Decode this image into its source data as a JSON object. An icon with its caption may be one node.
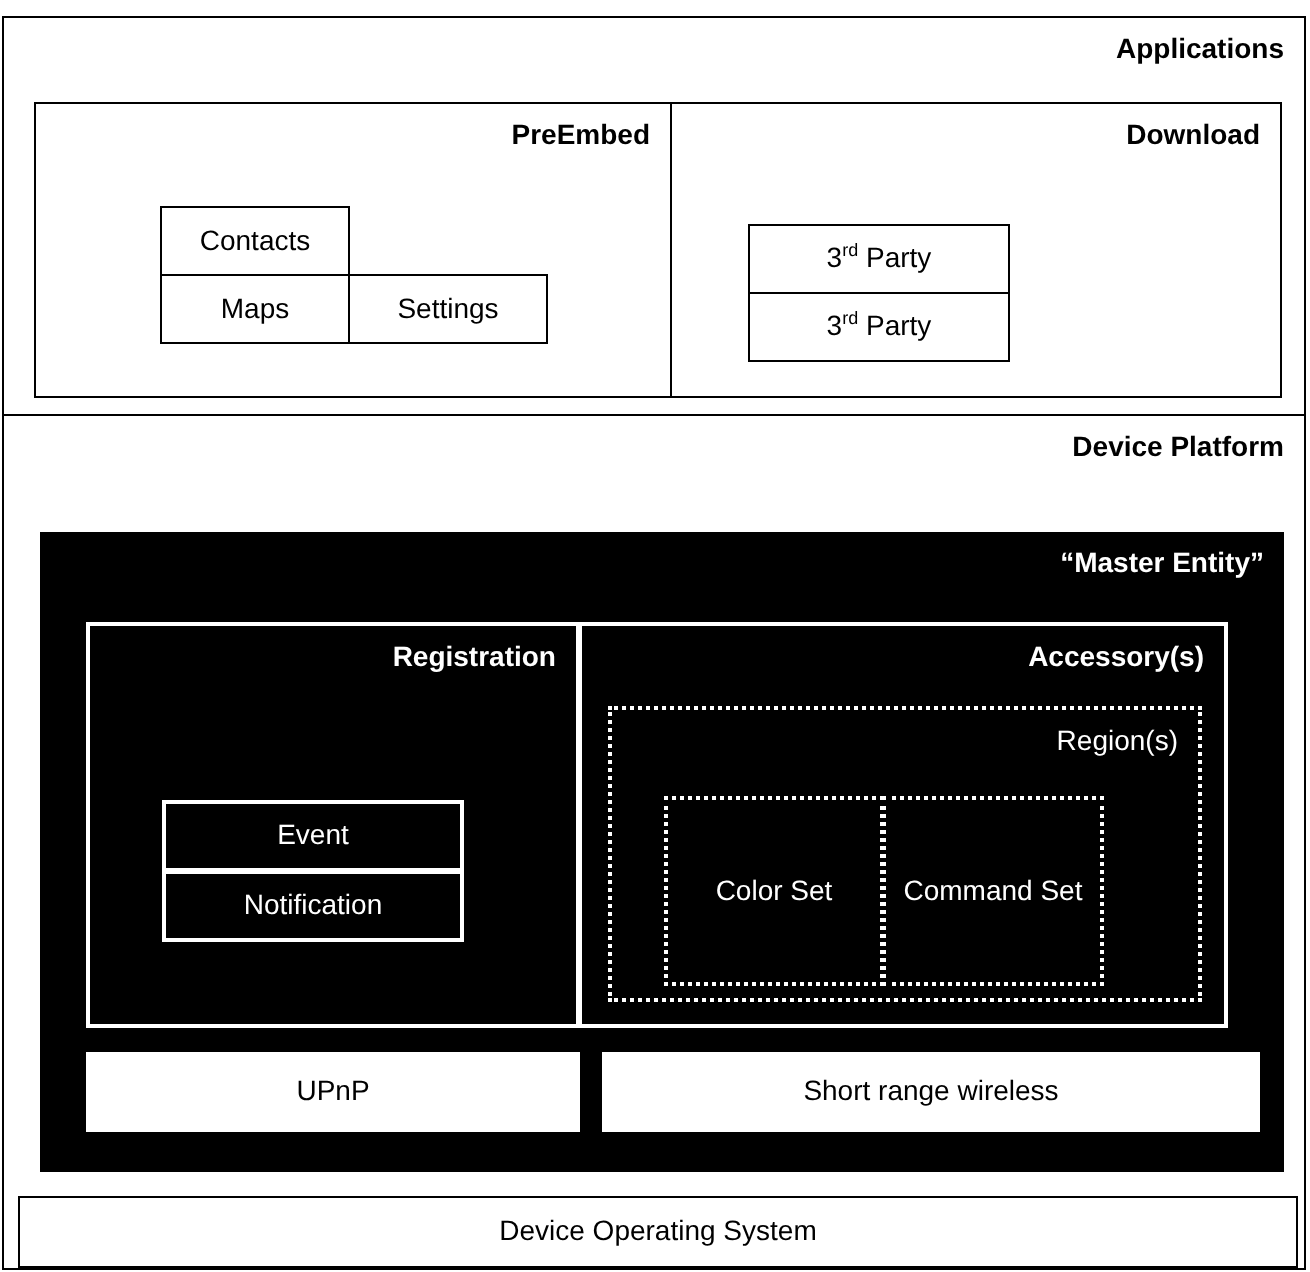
{
  "diagram": {
    "nodes": [
      {
        "text": [
          "Applications"
        ]
      },
      {
        "text": [
          "PreEmbed"
        ],
        "in": 0
      },
      {
        "text": [
          "Contacts"
        ],
        "in": 1
      },
      {
        "text": [
          "Maps"
        ],
        "in": 1
      },
      {
        "text": [
          "Settings"
        ],
        "in": 1
      },
      {
        "text": [
          "Download"
        ],
        "in": 0
      },
      {
        "text": [
          "3$^{rd}$ Party"
        ],
        "in": 5
      },
      {
        "text": [
          "3$^{rd}$ Party"
        ],
        "in": 5
      },
      {
        "text": [
          "Device Platform"
        ]
      },
      {
        "text": [
          "“Master Entity”"
        ],
        "in": 8
      },
      {
        "text": [
          "Registration"
        ],
        "in": 9
      },
      {
        "text": [
          "Event"
        ],
        "in": 10
      },
      {
        "text": [
          "Notification"
        ],
        "in": 10
      },
      {
        "text": [
          "Accessory(s)"
        ],
        "in": 9
      },
      {
        "text": [
          "Region(s)"
        ],
        "in": 13
      },
      {
        "text": [
          "Color Set"
        ],
        "in": 14
      },
      {
        "text": [
          "Command Set"
        ],
        "in": 14
      },
      {
        "text": [
          "UPnP"
        ],
        "in": 9
      },
      {
        "text": [
          "Short range wireless"
        ],
        "in": 9
      },
      {
        "text": [
          "Device Operating System"
        ],
        "in": 8
      }
    ]
  }
}
